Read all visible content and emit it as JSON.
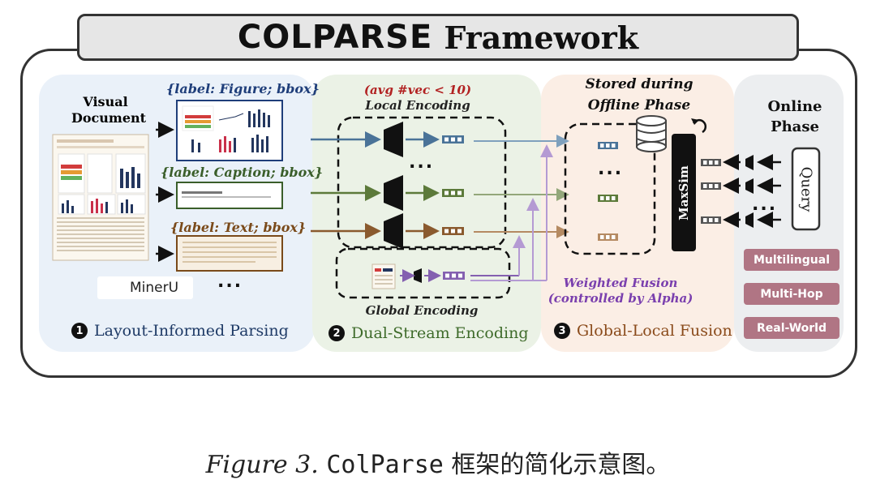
{
  "title": {
    "bold": "COLPARSE",
    "rest": "Framework"
  },
  "panel1": {
    "visual_document": "Visual\nDocument",
    "label_figure": "{label: Figure; bbox}",
    "label_caption": "{label: Caption; bbox}",
    "label_text": "{label: Text; bbox}",
    "mineru": "MinerU",
    "dots": "...",
    "step_num": "1",
    "step": "Layout-Informed Parsing"
  },
  "panel2": {
    "avg": "(avg #vec < 10)",
    "local": "Local Encoding",
    "global": "Global Encoding",
    "dots": "...",
    "step_num": "2",
    "step": "Dual-Stream Encoding"
  },
  "panel3": {
    "stored_line1": "Stored during",
    "stored_line2": "Offline Phase",
    "maxsim": "MaxSim",
    "weighted_line1": "Weighted Fusion",
    "weighted_line2": "(controlled by Alpha)",
    "dots": "...",
    "step_num": "3",
    "step": "Global-Local Fusion"
  },
  "panel4": {
    "online_line1": "Online",
    "online_line2": "Phase",
    "query": "Query",
    "dots": "...",
    "tags": [
      "Multilingual",
      "Multi-Hop",
      "Real-World"
    ]
  },
  "caption": {
    "italic": "Figure 3.",
    "mono": "ColParse",
    "rest": "框架的简化示意图。"
  },
  "colors": {
    "blue_stream": "#4a7398",
    "green_stream": "#5c7a3a",
    "brown_stream": "#8a5a2e",
    "purple_stream": "#8460b0",
    "tag_bg": "#b07584",
    "label_figure": "#1f3e7a",
    "label_caption": "#3a5e2a",
    "label_text": "#7a4a1a",
    "avg_red": "#b22222",
    "step2_text": "#3e6b2a",
    "step3_text": "#8a4a1a",
    "step1_text": "#1e3a66",
    "weighted_purple": "#7a3fae"
  },
  "icons": [
    "database-icon",
    "refresh-icon",
    "encoder-icon",
    "vector-icon",
    "mineru-logo"
  ]
}
